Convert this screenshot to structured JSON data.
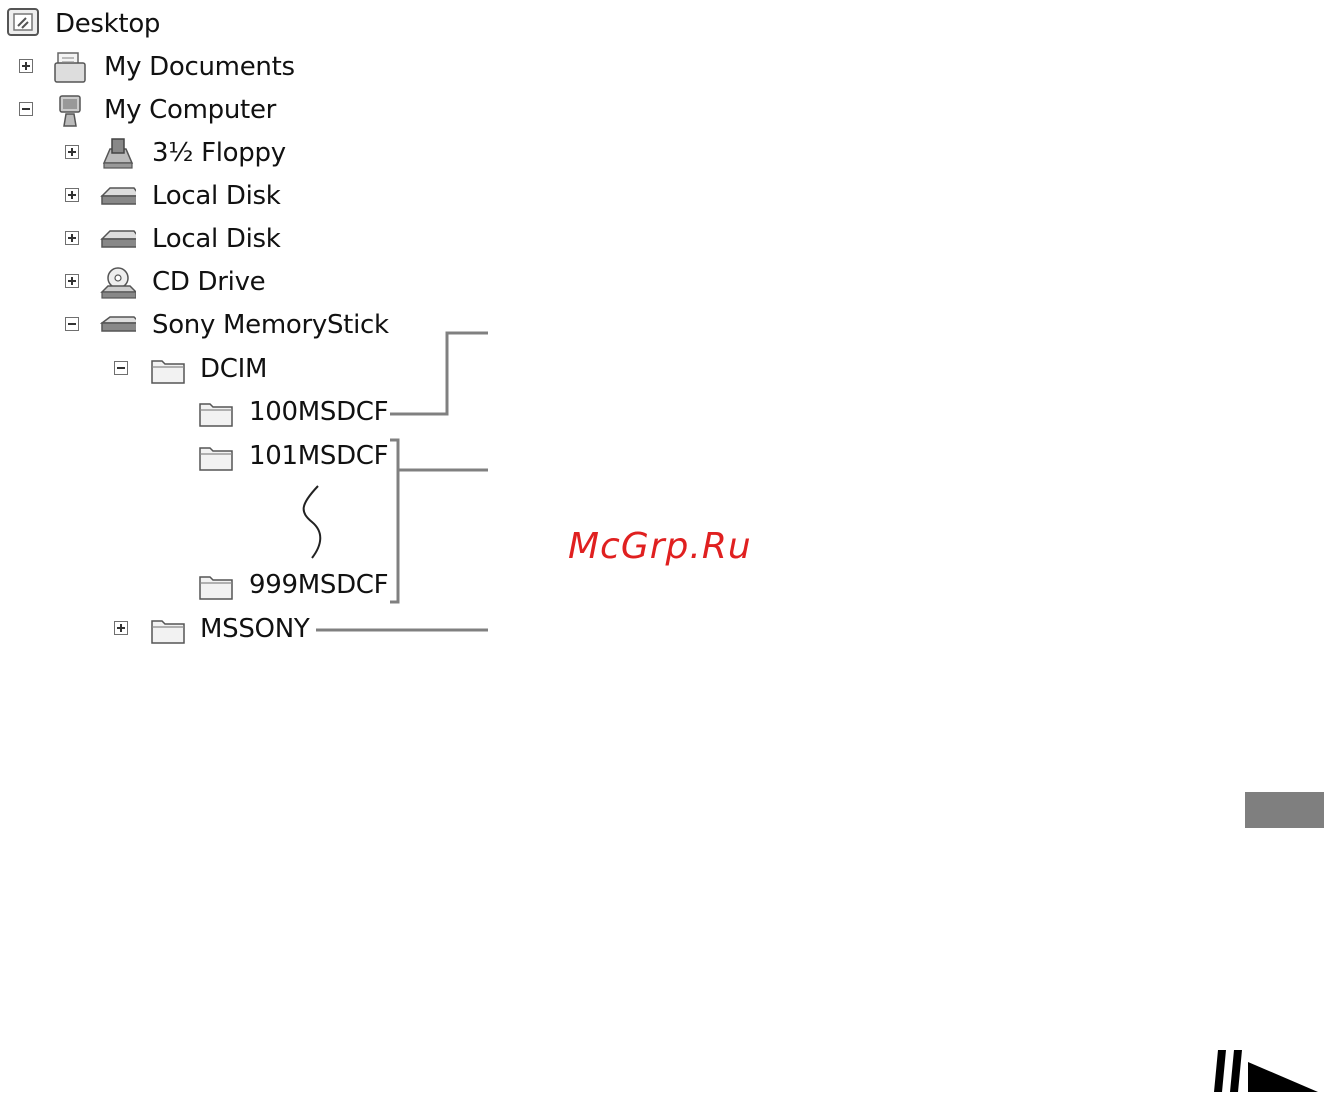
{
  "tree": {
    "desktop": "Desktop",
    "my_documents": "My Documents",
    "my_computer": "My Computer",
    "floppy": "3½ Floppy",
    "local_disk_1": "Local Disk",
    "local_disk_2": "Local Disk",
    "cd_drive": "CD Drive",
    "memory_stick": "Sony MemoryStick",
    "dcim": "DCIM",
    "folder_100": "100MSDCF",
    "folder_101": "101MSDCF",
    "folder_999": "999MSDCF",
    "mssony": "MSSONY"
  },
  "watermark": "McGrp.Ru",
  "colors": {
    "text": "#111111",
    "callout_line": "#808080",
    "watermark": "#e02020",
    "tab": "#7f7f7f"
  },
  "icons": [
    "desktop-icon",
    "documents-icon",
    "computer-icon",
    "floppy-icon",
    "disk-icon",
    "cd-icon",
    "memorystick-icon",
    "folder-icon"
  ]
}
